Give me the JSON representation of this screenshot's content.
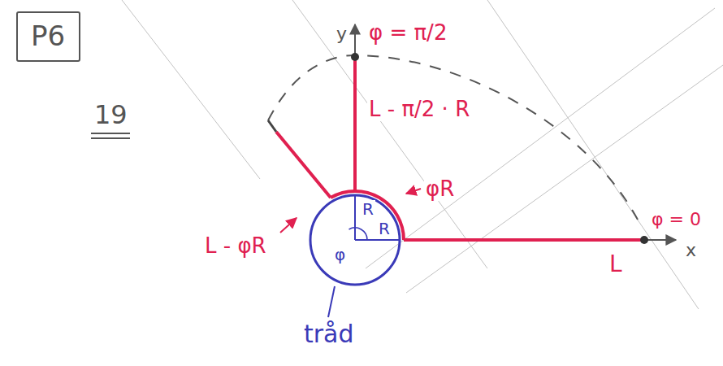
{
  "diagram": {
    "nodes": [
      {
        "text": [
          "P6"
        ]
      }
    ],
    "labels": [
      "19",
      "y",
      "φ = π/2",
      "L - π/2 · R",
      "R",
      "R",
      "φR",
      "L - φR",
      "φ",
      "φ = 0",
      "x",
      "L",
      "tråd"
    ]
  }
}
